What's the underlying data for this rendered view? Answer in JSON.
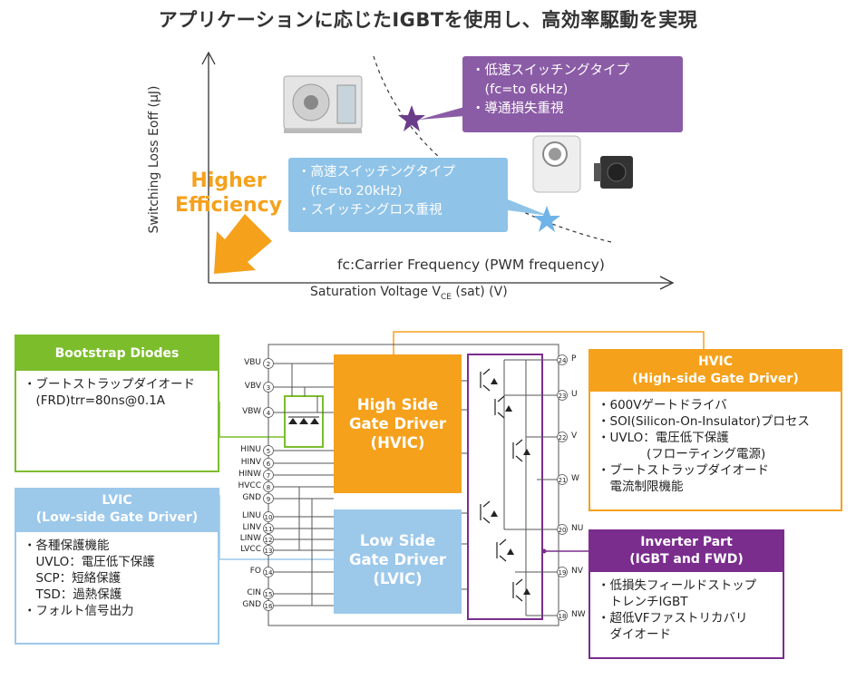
{
  "title": "アプリケーションに応じたIGBTを使用し、高効率駆動を実現",
  "graph": {
    "y_axis_label": "Switching Loss Eoff (μJ)",
    "x_axis_label_main": "Saturation Voltage V",
    "x_axis_label_sub": "CE",
    "x_axis_label_tail": " (sat) (V)",
    "fc_label": "fc:Carrier Frequency (PWM frequency)",
    "higher_efficiency": [
      "Higher",
      "Efficiency"
    ],
    "low_speed_callout": [
      "・低速スイッチングタイプ",
      "　(fc=to 6kHz)",
      "・導通損失重視"
    ],
    "high_speed_callout": [
      "・高速スイッチングタイプ",
      "　(fc=to 20kHz)",
      "・スイッチングロス重視"
    ],
    "colors": {
      "low_speed": "#8b5ca6",
      "high_speed": "#8fc3e8",
      "arrow": "#f5a11c"
    }
  },
  "bootstrap": {
    "header": "Bootstrap Diodes",
    "lines": [
      "・ブートストラップダイオード",
      "　(FRD)trr=80ns@0.1A"
    ]
  },
  "lvic": {
    "header": [
      "LVIC",
      "(Low-side Gate Driver)"
    ],
    "lines": [
      "・各種保護機能",
      "　UVLO：電圧低下保護",
      "　SCP：短絡保護",
      "　TSD：過熱保護",
      "・フォルト信号出力"
    ]
  },
  "hvic": {
    "header": [
      "HVIC",
      "(High-side Gate Driver)"
    ],
    "lines": [
      "・600Vゲートドライバ",
      "・SOI(Silicon-On-Insulator)プロセス",
      "・UVLO：電圧低下保護",
      "　　　　(フローティング電源)",
      "・ブートストラップダイオード",
      "　電流制限機能"
    ]
  },
  "inverter": {
    "header": [
      "Inverter Part",
      "(IGBT and FWD)"
    ],
    "lines": [
      "・低損失フィールドストップ",
      "　トレンチIGBT",
      "・超低VFファストリカバリ",
      "　ダイオード"
    ]
  },
  "gate_drivers": {
    "high": [
      "High Side",
      "Gate Driver",
      "(HVIC)"
    ],
    "low": [
      "Low Side",
      "Gate Driver",
      "(LVIC)"
    ]
  },
  "pins_left": [
    {
      "name": "VBU",
      "num": "2"
    },
    {
      "name": "VBV",
      "num": "3"
    },
    {
      "name": "VBW",
      "num": "4"
    },
    {
      "name": "HINU",
      "num": "5"
    },
    {
      "name": "HINV",
      "num": "6"
    },
    {
      "name": "HINW",
      "num": "7"
    },
    {
      "name": "HVCC",
      "num": "8"
    },
    {
      "name": "GND",
      "num": "9"
    },
    {
      "name": "LINU",
      "num": "10"
    },
    {
      "name": "LINV",
      "num": "11"
    },
    {
      "name": "LINW",
      "num": "12"
    },
    {
      "name": "LVCC",
      "num": "13"
    },
    {
      "name": "FO",
      "num": "14"
    },
    {
      "name": "CIN",
      "num": "15"
    },
    {
      "name": "GND",
      "num": "16"
    }
  ],
  "pins_right": [
    {
      "name": "P",
      "num": "24"
    },
    {
      "name": "U",
      "num": "23"
    },
    {
      "name": "V",
      "num": "22"
    },
    {
      "name": "W",
      "num": "21"
    },
    {
      "name": "NU",
      "num": "20"
    },
    {
      "name": "NV",
      "num": "19"
    },
    {
      "name": "NW",
      "num": "18"
    }
  ]
}
